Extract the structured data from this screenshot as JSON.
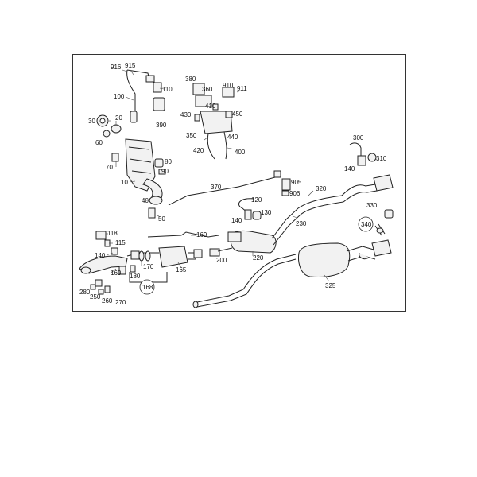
{
  "callouts": {
    "c916": "916",
    "c915": "915",
    "c110": "110",
    "c100": "100",
    "c390": "390",
    "c30": "30",
    "c20": "20",
    "c60": "60",
    "c70": "70",
    "c80": "80",
    "c90": "90",
    "c10": "10",
    "c40": "40",
    "c50": "50",
    "c118": "118",
    "c115": "115",
    "c140a": "140",
    "c160": "160",
    "c180": "180",
    "c170": "170",
    "c168": "168",
    "c165": "165",
    "c169": "169",
    "c200": "200",
    "c220": "220",
    "c280": "280",
    "c250": "250",
    "c260": "260",
    "c270": "270",
    "c380": "380",
    "c360": "360",
    "c910": "910",
    "c911": "911",
    "c410": "410",
    "c430": "430",
    "c450": "450",
    "c350": "350",
    "c440": "440",
    "c420": "420",
    "c400": "400",
    "c370": "370",
    "c905": "905",
    "c906": "906",
    "c120": "120",
    "c140b": "140",
    "c130": "130",
    "c230": "230",
    "c320": "320",
    "c300": "300",
    "c140c": "140",
    "c310": "310",
    "c330": "330",
    "c340": "340",
    "c325": "325"
  },
  "colors": {
    "line": "#222222",
    "frame": "#333333",
    "background": "#ffffff"
  }
}
